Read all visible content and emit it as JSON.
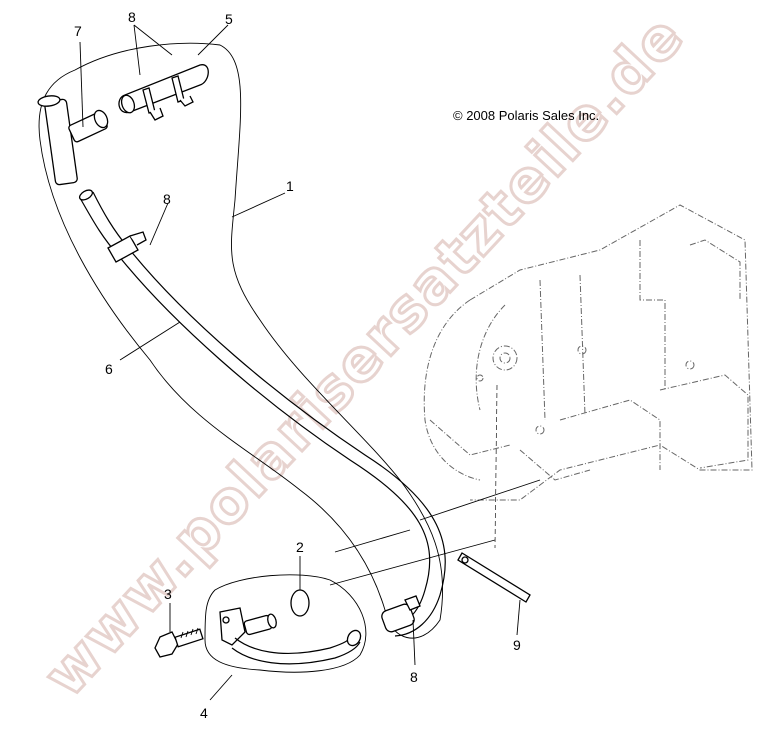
{
  "copyright": "© 2008 Polaris Sales Inc.",
  "watermark": "www.polarisersatzteile.de",
  "callouts": {
    "c1": "1",
    "c2": "2",
    "c3": "3",
    "c4": "4",
    "c5": "5",
    "c6": "6",
    "c7": "7",
    "c8_top": "8",
    "c8_mid": "8",
    "c8_bottom": "8",
    "c9": "9"
  }
}
